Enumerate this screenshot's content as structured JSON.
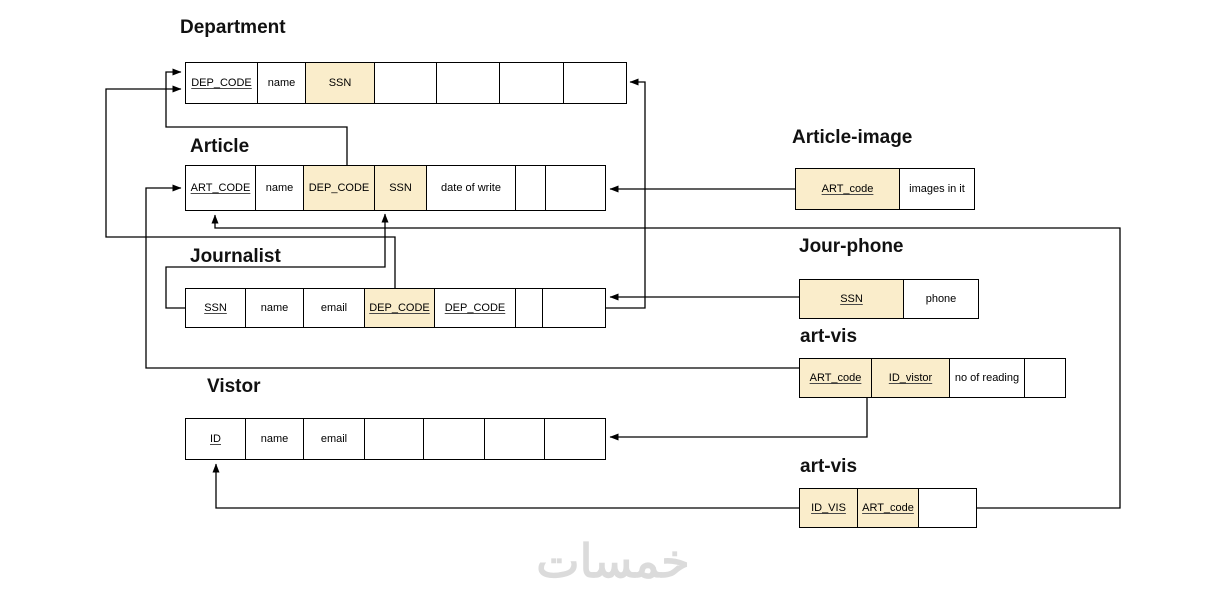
{
  "colors": {
    "highlight_fill": "#FAEDCB",
    "table_border": "#000000",
    "connector": "#000000",
    "background": "#FFFFFF",
    "watermark_text": "#DBDBDB"
  },
  "watermark": {
    "text": "خمسات"
  },
  "tables": [
    {
      "title": "Department",
      "cells": [
        {
          "label": "DEP_CODE"
        },
        {
          "label": "name"
        },
        {
          "label": "SSN"
        },
        {
          "label": ""
        },
        {
          "label": ""
        },
        {
          "label": ""
        },
        {
          "label": ""
        }
      ]
    },
    {
      "title": "Article",
      "cells": [
        {
          "label": "ART_CODE"
        },
        {
          "label": "name"
        },
        {
          "label": "DEP_CODE"
        },
        {
          "label": "SSN"
        },
        {
          "label": "date of write"
        },
        {
          "label": ""
        },
        {
          "label": ""
        }
      ]
    },
    {
      "title": "Journalist",
      "cells": [
        {
          "label": "SSN"
        },
        {
          "label": "name"
        },
        {
          "label": "email"
        },
        {
          "label": "DEP_CODE"
        },
        {
          "label": "DEP_CODE"
        },
        {
          "label": ""
        },
        {
          "label": ""
        }
      ]
    },
    {
      "title": "Vistor",
      "cells": [
        {
          "label": "ID"
        },
        {
          "label": "name"
        },
        {
          "label": "email"
        },
        {
          "label": ""
        },
        {
          "label": ""
        },
        {
          "label": ""
        },
        {
          "label": ""
        }
      ]
    },
    {
      "title": "Article-image",
      "cells": [
        {
          "label": "ART_code"
        },
        {
          "label": "images in it"
        }
      ]
    },
    {
      "title": "Jour-phone",
      "cells": [
        {
          "label": "SSN"
        },
        {
          "label": "phone"
        }
      ]
    },
    {
      "title": "art-vis",
      "cells": [
        {
          "label": "ART_code"
        },
        {
          "label": "ID_vistor"
        },
        {
          "label": "no of reading"
        },
        {
          "label": ""
        }
      ]
    },
    {
      "title": "art-vis",
      "cells": [
        {
          "label": "ID_VIS"
        },
        {
          "label": "ART_code"
        },
        {
          "label": ""
        }
      ]
    }
  ],
  "connections": [
    {
      "from": "Article.DEP_CODE",
      "to": "Department.DEP_CODE"
    },
    {
      "from": "Journalist.DEP_CODE",
      "to": "Department.DEP_CODE"
    },
    {
      "from": "Journalist.DEP_CODE_2",
      "to": "Department"
    },
    {
      "from": "Journalist.SSN",
      "to": "Article.SSN"
    },
    {
      "from": "Article-image.ART_code",
      "to": "Article"
    },
    {
      "from": "Jour-phone.SSN",
      "to": "Journalist"
    },
    {
      "from": "art-vis.ART_code",
      "to": "Article.ART_CODE"
    },
    {
      "from": "art-vis.ID_vistor",
      "to": "Vistor"
    },
    {
      "from": "art-vis-2.ID_VIS",
      "to": "Vistor.ID"
    },
    {
      "from": "art-vis-2.ART_code",
      "to": "Article.ART_CODE"
    }
  ]
}
